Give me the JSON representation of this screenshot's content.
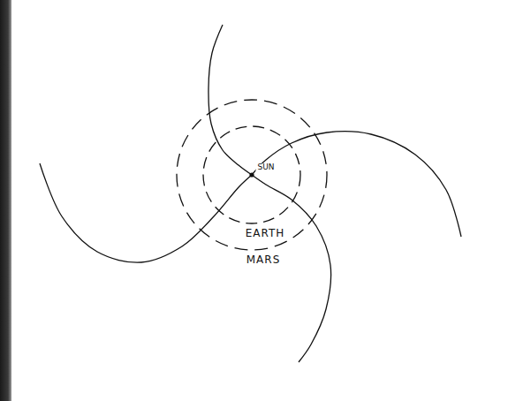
{
  "diagram": {
    "labels": [
      "SUN",
      "EARTH",
      "MARS"
    ]
  }
}
